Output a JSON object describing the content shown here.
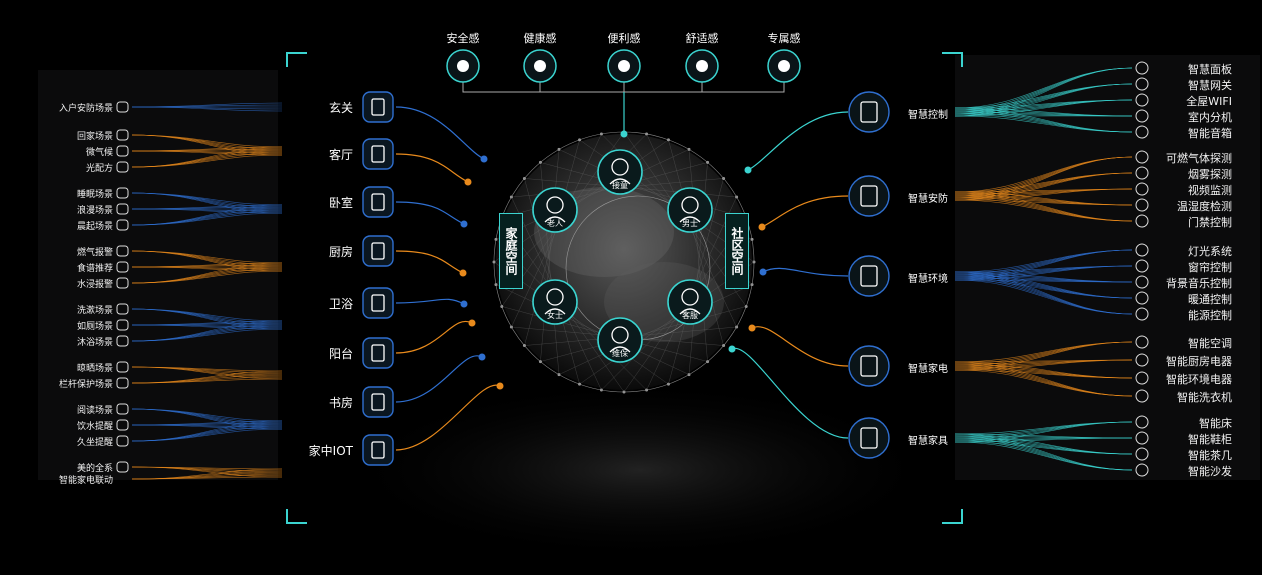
{
  "left_groups": [
    {
      "items": [
        "入户安防场景"
      ],
      "icons": [
        "shield-icon"
      ]
    },
    {
      "items": [
        "回家场景",
        "微气候",
        "光配方"
      ],
      "icons": [
        "door-icon",
        "droplet-icon",
        "bulb-icon"
      ]
    },
    {
      "items": [
        "睡眠场景",
        "浪漫场景",
        "晨起场景"
      ],
      "icons": [
        "bed-icon",
        "heart-icon",
        "sun-icon"
      ]
    },
    {
      "items": [
        "燃气报警",
        "食谱推荐",
        "水浸报警"
      ],
      "icons": [
        "gas-icon",
        "recipe-icon",
        "water-icon"
      ]
    },
    {
      "items": [
        "洗漱场景",
        "如厕场景",
        "沐浴场景"
      ],
      "icons": [
        "wash-icon",
        "toilet-icon",
        "shower-icon"
      ]
    },
    {
      "items": [
        "晾晒场景",
        "栏杆保护场景"
      ],
      "icons": [
        "hanger-icon",
        "rail-icon"
      ]
    },
    {
      "items": [
        "阅读场景",
        "饮水提醒",
        "久坐提醒"
      ],
      "icons": [
        "book-icon",
        "cup-icon",
        "chair-icon"
      ]
    },
    {
      "items": [
        "美的全系",
        "智能家电联动"
      ],
      "icons": [
        "link-icon"
      ]
    }
  ],
  "rooms": [
    "玄关",
    "客厅",
    "卧室",
    "厨房",
    "卫浴",
    "阳台",
    "书房",
    "家中IOT"
  ],
  "room_icons": [
    "door-icon",
    "sofa-icon",
    "bed-icon",
    "knife-icon",
    "toilet-icon",
    "balcony-icon",
    "book-icon",
    "iot-icon"
  ],
  "feelings": [
    "安全感",
    "健康感",
    "便利感",
    "舒适感",
    "专属感"
  ],
  "feeling_icons": [
    "bell-icon",
    "person-icon",
    "cart-icon",
    "star-icon",
    "crown-icon"
  ],
  "home_space": "家庭空间",
  "community_space": "社区空间",
  "people": [
    {
      "label": "接童",
      "icon": "child-icon"
    },
    {
      "label": "老人",
      "icon": "elder-icon"
    },
    {
      "label": "男士",
      "icon": "man-icon"
    },
    {
      "label": "女士",
      "icon": "woman-icon"
    },
    {
      "label": "客服",
      "icon": "service-icon"
    },
    {
      "label": "维保",
      "icon": "maintenance-icon"
    }
  ],
  "categories": [
    {
      "label": "智慧控制",
      "icon": "phone-icon",
      "items": [
        "智慧面板",
        "智慧网关",
        "全屋WIFI",
        "室内分机",
        "智能音箱"
      ]
    },
    {
      "label": "智慧安防",
      "icon": "chat-icon",
      "items": [
        "可燃气体探测",
        "烟雾探测",
        "视频监测",
        "温湿度检测",
        "门禁控制"
      ]
    },
    {
      "label": "智慧环境",
      "icon": "heartbeat-icon",
      "items": [
        "灯光系统",
        "窗帘控制",
        "背景音乐控制",
        "暖通控制",
        "能源控制"
      ]
    },
    {
      "label": "智慧家电",
      "icon": "cloud-icon",
      "items": [
        "智能空调",
        "智能厨房电器",
        "智能环境电器",
        "智能洗衣机"
      ]
    },
    {
      "label": "智慧家具",
      "icon": "couch-icon",
      "items": [
        "智能床",
        "智能鞋柜",
        "智能茶几",
        "智能沙发"
      ]
    }
  ],
  "colors": {
    "blue": "#2f6fd0",
    "orange": "#e88a1c",
    "cyan": "#3bd4d0",
    "white": "#ffffff"
  }
}
